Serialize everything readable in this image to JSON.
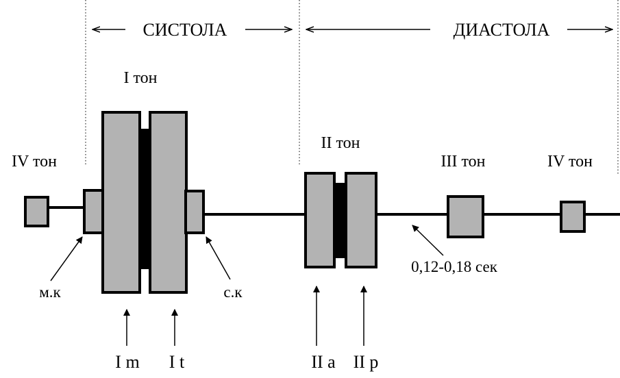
{
  "phases": {
    "systole": "СИСТОЛА",
    "diastole": "ДИАСТОЛА"
  },
  "tones": {
    "fourth_left": "IV тон",
    "first": "I тон",
    "second": "II тон",
    "third": "III тон",
    "fourth_right": "IV тон"
  },
  "components": {
    "mitral_valve": "м.к",
    "tricuspid_component": "с.к",
    "first_m": "I m",
    "first_t": "I t",
    "second_a": "II a",
    "second_p": "II p"
  },
  "interval": "0,12-0,18 сек",
  "colors": {
    "box_fill": "#b3b3b3",
    "outline": "#000000"
  }
}
